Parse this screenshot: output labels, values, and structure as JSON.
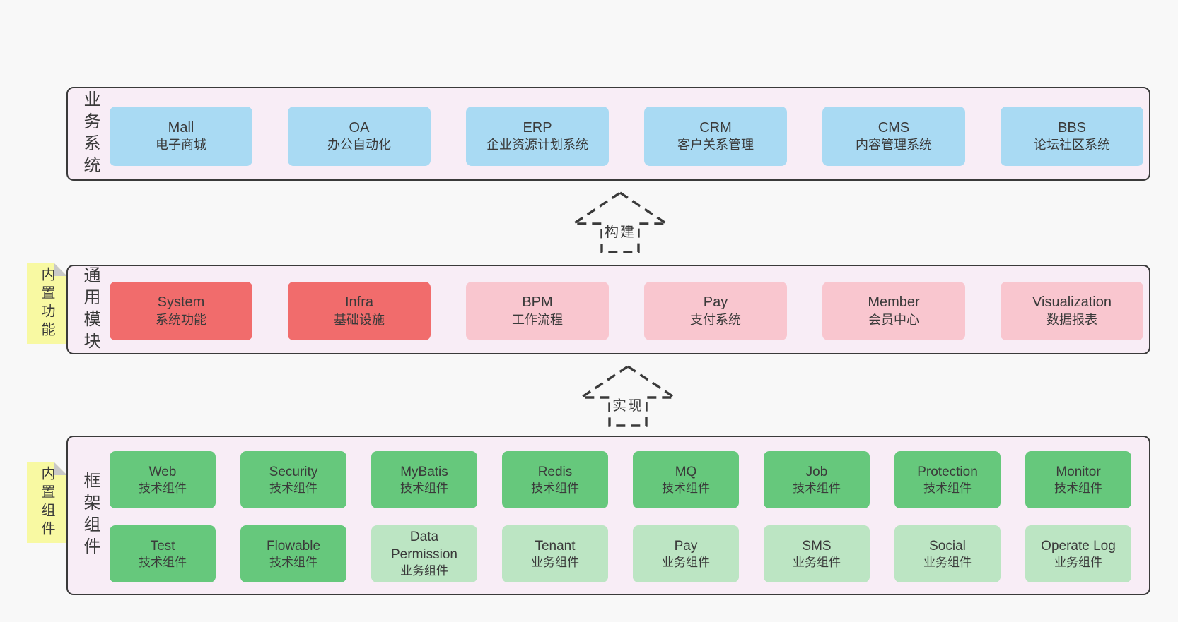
{
  "colors": {
    "page_bg": "#f8f8f8",
    "panel_bg": "#f8edf6",
    "panel_border": "#3a3a3a",
    "text": "#3a3a3a",
    "blue": "#a9daf3",
    "red": "#f16c6c",
    "pink": "#f9c6cf",
    "green_dark": "#66c87c",
    "green_light": "#bce5c3",
    "sticky_yellow": "#f8f9a2",
    "sticky_fold": "#c8c8c8"
  },
  "layers": [
    {
      "label": "业务系统",
      "boxes": [
        {
          "title": "Mall",
          "subtitle": "电子商城"
        },
        {
          "title": "OA",
          "subtitle": "办公自动化"
        },
        {
          "title": "ERP",
          "subtitle": "企业资源计划系统"
        },
        {
          "title": "CRM",
          "subtitle": "客户关系管理"
        },
        {
          "title": "CMS",
          "subtitle": "内容管理系统"
        },
        {
          "title": "BBS",
          "subtitle": "论坛社区系统"
        }
      ]
    },
    {
      "label": "通用模块",
      "sticky": "内置功能",
      "boxes": [
        {
          "title": "System",
          "subtitle": "系统功能"
        },
        {
          "title": "Infra",
          "subtitle": "基础设施"
        },
        {
          "title": "BPM",
          "subtitle": "工作流程"
        },
        {
          "title": "Pay",
          "subtitle": "支付系统"
        },
        {
          "title": "Member",
          "subtitle": "会员中心"
        },
        {
          "title": "Visualization",
          "subtitle": "数据报表"
        }
      ]
    },
    {
      "label": "框架组件",
      "sticky": "内置组件",
      "rows": [
        [
          {
            "title": "Web",
            "subtitle": "技术组件"
          },
          {
            "title": "Security",
            "subtitle": "技术组件"
          },
          {
            "title": "MyBatis",
            "subtitle": "技术组件"
          },
          {
            "title": "Redis",
            "subtitle": "技术组件"
          },
          {
            "title": "MQ",
            "subtitle": "技术组件"
          },
          {
            "title": "Job",
            "subtitle": "技术组件"
          },
          {
            "title": "Protection",
            "subtitle": "技术组件"
          },
          {
            "title": "Monitor",
            "subtitle": "技术组件"
          }
        ],
        [
          {
            "title": "Test",
            "subtitle": "技术组件"
          },
          {
            "title": "Flowable",
            "subtitle": "技术组件"
          },
          {
            "title": "Data Permission",
            "subtitle": "业务组件"
          },
          {
            "title": "Tenant",
            "subtitle": "业务组件"
          },
          {
            "title": "Pay",
            "subtitle": "业务组件"
          },
          {
            "title": "SMS",
            "subtitle": "业务组件"
          },
          {
            "title": "Social",
            "subtitle": "业务组件"
          },
          {
            "title": "Operate Log",
            "subtitle": "业务组件"
          }
        ]
      ]
    }
  ],
  "arrows": [
    {
      "label": "构建"
    },
    {
      "label": "实现"
    }
  ]
}
